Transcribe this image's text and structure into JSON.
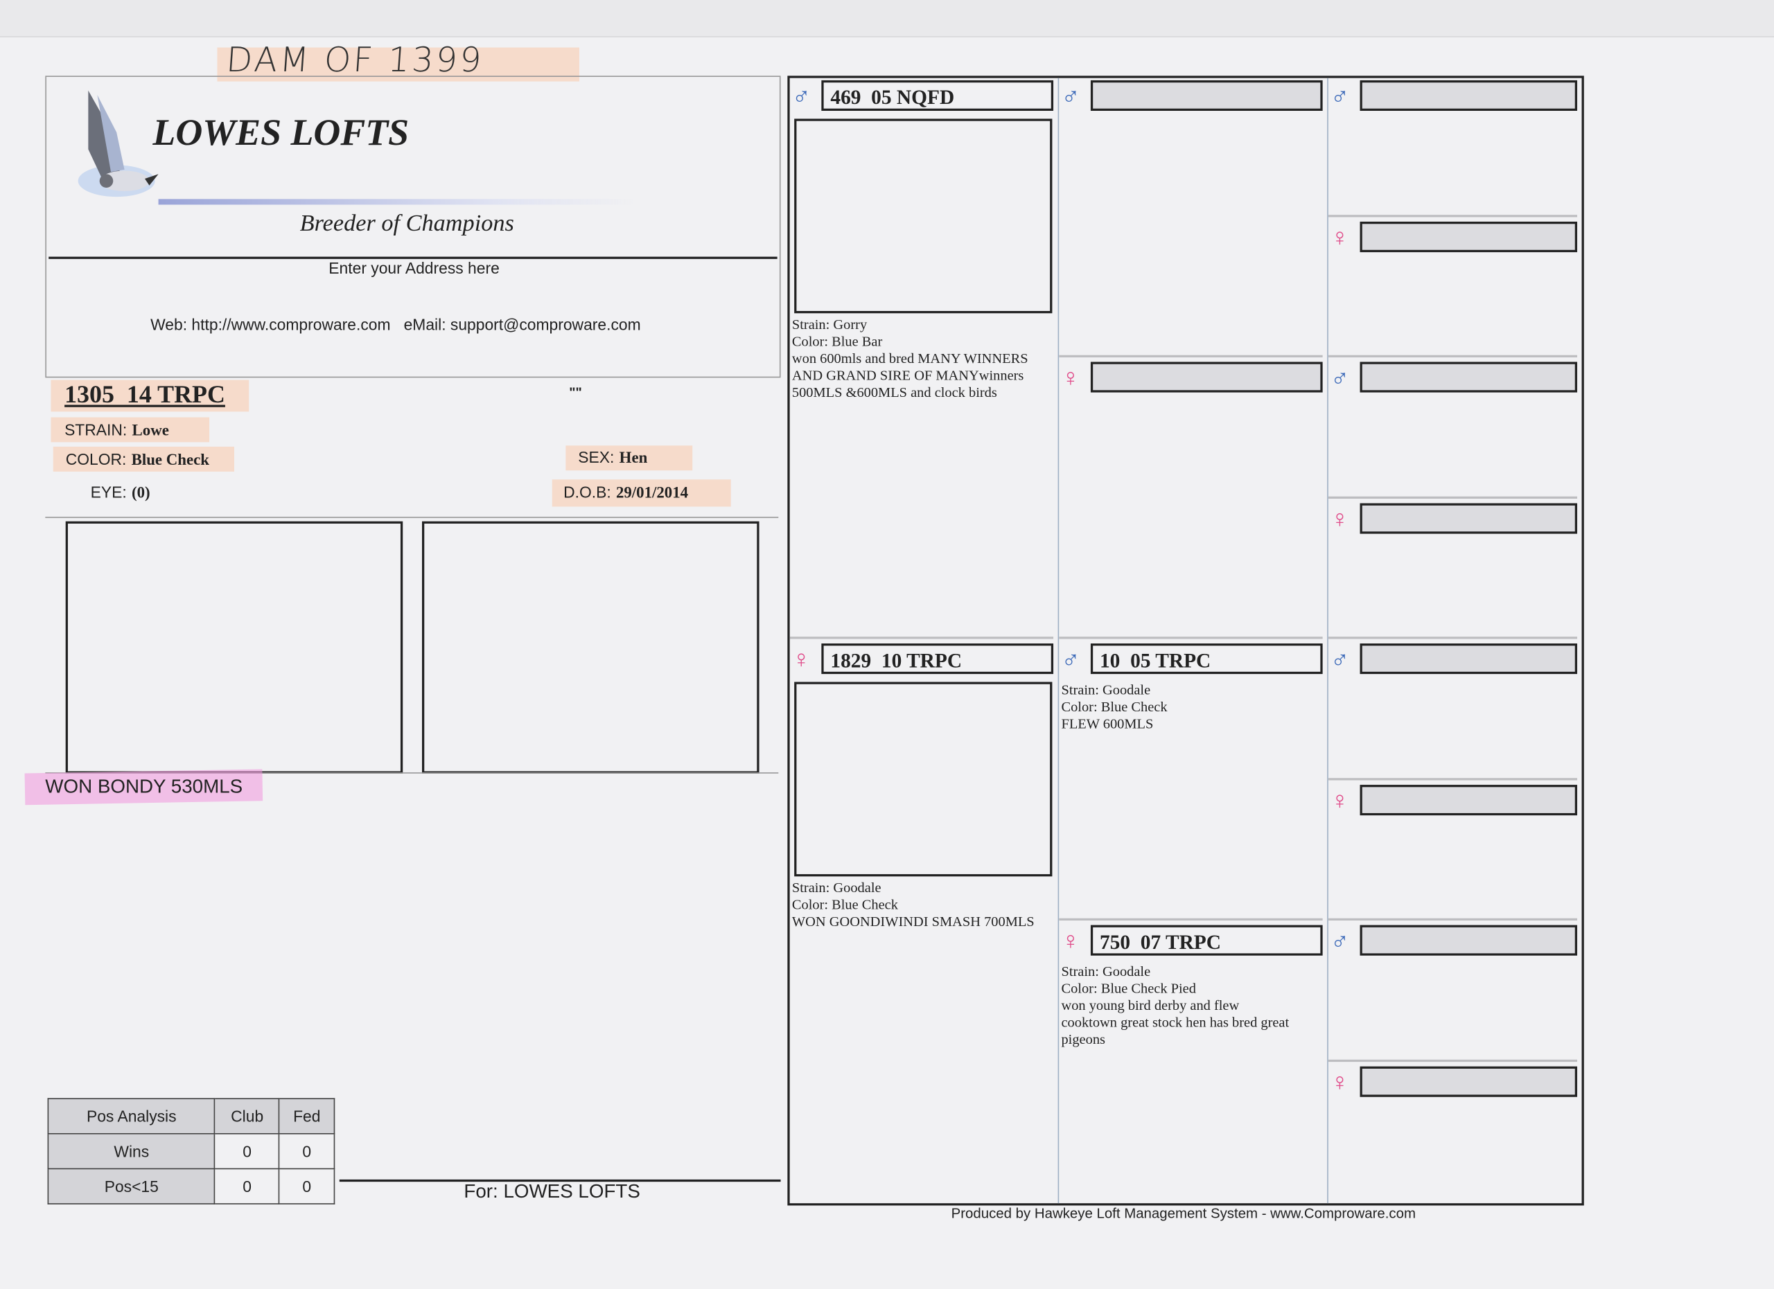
{
  "handwritten_note": "DAM OF 1399",
  "header": {
    "loft_name": "LOWES LOFTS",
    "tagline": "Breeder of Champions",
    "address": "Enter your Address here",
    "contact": "Web: http://www.comproware.com   eMail: support@comproware.com"
  },
  "bird": {
    "ring": "1305  14 TRPC",
    "quote": "\"\"",
    "strain_label": "STRAIN:",
    "strain": "Lowe",
    "color_label": "COLOR:",
    "color": "Blue Check",
    "eye_label": "EYE:",
    "eye": "(0)",
    "sex_label": "SEX:",
    "sex": "Hen",
    "dob_label": "D.O.B:",
    "dob": "29/01/2014",
    "note": "WON BONDY 530MLS"
  },
  "pos_analysis": {
    "headers": [
      "Pos Analysis",
      "Club",
      "Fed"
    ],
    "rows": [
      [
        "Wins",
        "0",
        "0"
      ],
      [
        "Pos<15",
        "0",
        "0"
      ]
    ]
  },
  "footer": {
    "for": "For: LOWES LOFTS",
    "produced_by": "Produced by Hawkeye Loft Management System - www.Comproware.com"
  },
  "pedigree": {
    "gen1": [
      {
        "sex": "male",
        "ring": "469  05 NQFD",
        "lines": [
          "Strain: Gorry",
          "Color: Blue Bar",
          "won 600mls and bred MANY WINNERS",
          "AND GRAND SIRE OF MANYwinners",
          "500MLS &600MLS and clock birds"
        ]
      },
      {
        "sex": "female",
        "ring": "1829  10 TRPC",
        "lines": [
          "Strain: Goodale",
          "Color: Blue Check",
          "WON GOONDIWINDI SMASH 700MLS"
        ]
      }
    ],
    "gen2": [
      {
        "sex": "male",
        "ring": "",
        "lines": []
      },
      {
        "sex": "female",
        "ring": "",
        "lines": []
      },
      {
        "sex": "male",
        "ring": "10  05 TRPC",
        "lines": [
          "Strain: Goodale",
          "Color: Blue Check",
          "FLEW 600MLS"
        ]
      },
      {
        "sex": "female",
        "ring": "750  07 TRPC",
        "lines": [
          "Strain: Goodale",
          "Color: Blue Check Pied",
          "won young bird derby and flew",
          "cooktown great stock hen has bred great",
          "pigeons"
        ]
      }
    ],
    "gen3": [
      {
        "sex": "male",
        "ring": ""
      },
      {
        "sex": "female",
        "ring": ""
      },
      {
        "sex": "male",
        "ring": ""
      },
      {
        "sex": "female",
        "ring": ""
      },
      {
        "sex": "male",
        "ring": ""
      },
      {
        "sex": "female",
        "ring": ""
      },
      {
        "sex": "male",
        "ring": ""
      },
      {
        "sex": "female",
        "ring": ""
      }
    ]
  },
  "colors": {
    "male": "#3a68b8",
    "female": "#e04c8a",
    "highlight": "#f8c8aa"
  }
}
